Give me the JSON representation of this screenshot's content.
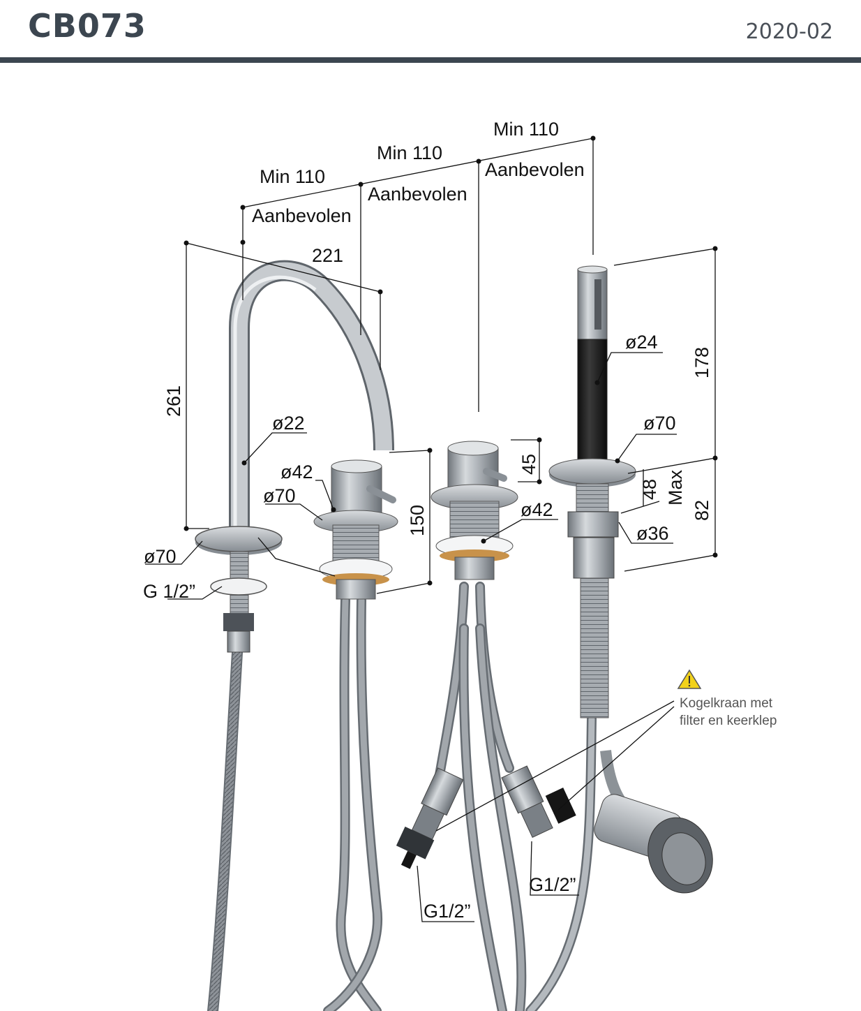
{
  "header": {
    "product_code": "CB073",
    "date": "2020-02"
  },
  "colors": {
    "header_accent": "#3c4650",
    "metal": "#9aa0a6",
    "handle_black": "#1a1a1a",
    "warning_yellow": "#f2d21b"
  },
  "spacing": {
    "min_label": "Min 110",
    "recommended_label": "Aanbevolen"
  },
  "spout": {
    "reach": "221",
    "height": "261",
    "tube_diameter": "ø22",
    "rosette_diameter": "ø70",
    "thread": "G 1/2”"
  },
  "mixer_left": {
    "body_diameter": "ø42",
    "rosette_diameter": "ø70",
    "height": "150"
  },
  "mixer_right": {
    "body_diameter": "ø42",
    "lever_height": "45"
  },
  "handshower": {
    "handle_diameter": "ø24",
    "handle_length": "178",
    "rosette_diameter": "ø70",
    "max_thickness": "48",
    "max_label": "Max",
    "below_deck": "82",
    "nut_diameter": "ø36"
  },
  "connections": {
    "left": "G1/2”",
    "right": "G1/2”"
  },
  "valve_note": {
    "line1": "Kogelkraan met",
    "line2": "filter en keerklep",
    "icon": "warning-icon"
  }
}
